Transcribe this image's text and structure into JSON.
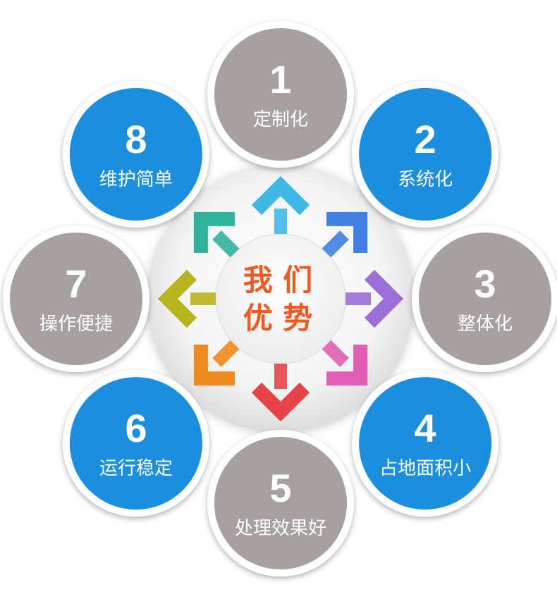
{
  "center": {
    "line1": "我 们",
    "line2": "优 势",
    "color": "#ee5a1f"
  },
  "colors": {
    "blue": "#1b8fde",
    "grey": "#a6a1a0"
  },
  "items": [
    {
      "number": "1",
      "label": "定制化",
      "color": "#a6a1a0"
    },
    {
      "number": "2",
      "label": "系统化",
      "color": "#1b8fde"
    },
    {
      "number": "3",
      "label": "整体化",
      "color": "#a6a1a0"
    },
    {
      "number": "4",
      "label": "占地面积小",
      "color": "#1b8fde"
    },
    {
      "number": "5",
      "label": "处理效果好",
      "color": "#a6a1a0"
    },
    {
      "number": "6",
      "label": "运行稳定",
      "color": "#1b8fde"
    },
    {
      "number": "7",
      "label": "操作便捷",
      "color": "#a6a1a0"
    },
    {
      "number": "8",
      "label": "维护简单",
      "color": "#1b8fde"
    }
  ],
  "arrow_colors": [
    "#3fb8e6",
    "#3f80e0",
    "#9a6fd8",
    "#e05fb4",
    "#e5424a",
    "#f08a1e",
    "#b8b41e",
    "#2fb39a"
  ]
}
